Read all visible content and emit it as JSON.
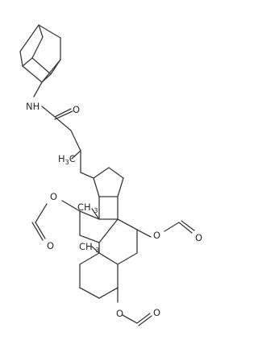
{
  "molecule": {
    "labels": {
      "amide_nh": "NH",
      "amide_o": "O",
      "methyl_ch3_h": "H",
      "methyl_ch3_3": "3",
      "methyl_ch3_c": "C",
      "methyl_13": "CH3",
      "methyl_10": "CH3",
      "ester_o_7": "O",
      "ester_o_7_carbonyl": "O",
      "ester_o_12": "O",
      "ester_o_12_carbonyl": "O",
      "ester_o_3": "O",
      "ester_o_3_carbonyl": "O"
    }
  },
  "colors": {
    "bond": "#3a3a3a",
    "text": "#2a2a2a",
    "background": "#ffffff"
  }
}
